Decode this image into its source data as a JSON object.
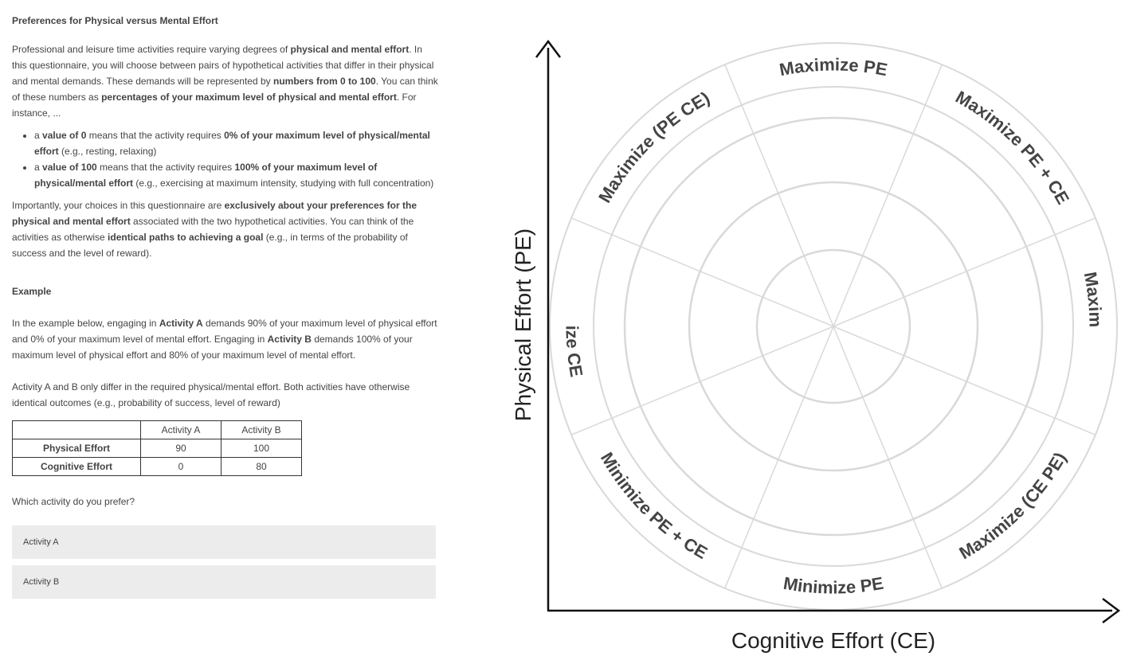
{
  "questionnaire": {
    "title": "Preferences for Physical versus Mental Effort",
    "intro": [
      {
        "t": "Professional and leisure time activities require varying degrees of "
      },
      {
        "t": "physical and mental effort",
        "b": true
      },
      {
        "t": ". In this questionnaire, you will choose between pairs of hypothetical activities that differ in their physical and mental demands. These demands will be represented by "
      },
      {
        "t": "numbers from 0 to 100",
        "b": true
      },
      {
        "t": ". You can think of these numbers as "
      },
      {
        "t": "percentages of your maximum level of physical and mental effort",
        "b": true
      },
      {
        "t": ". For instance, ..."
      }
    ],
    "bullets": [
      [
        {
          "t": "a "
        },
        {
          "t": "value of 0",
          "b": true
        },
        {
          "t": " means that the activity requires "
        },
        {
          "t": "0% of your maximum level of physical/mental effort",
          "b": true
        },
        {
          "t": " (e.g., resting, relaxing)"
        }
      ],
      [
        {
          "t": "a "
        },
        {
          "t": "value of 100",
          "b": true
        },
        {
          "t": " means that the activity requires "
        },
        {
          "t": "100% of your maximum level of physical/mental effort",
          "b": true
        },
        {
          "t": " (e.g., exercising at maximum intensity, studying with full concentration)"
        }
      ]
    ],
    "importantly": [
      {
        "t": "Importantly, your choices in this questionnaire are "
      },
      {
        "t": "exclusively about your preferences for the physical and mental effort",
        "b": true
      },
      {
        "t": " associated with the two hypothetical activities. You can think of the activities as otherwise "
      },
      {
        "t": "identical paths to achieving a goal",
        "b": true
      },
      {
        "t": " (e.g., in terms of the probability of success and the level of reward)."
      }
    ],
    "example_heading": "Example",
    "example_text": [
      {
        "t": "In the example below, engaging in "
      },
      {
        "t": "Activity A",
        "b": true
      },
      {
        "t": " demands 90% of your maximum level of physical effort and 0% of your maximum level of mental effort. Engaging in "
      },
      {
        "t": "Activity B",
        "b": true
      },
      {
        "t": " demands 100% of your maximum level of physical effort and 80% of your maximum level of mental effort."
      }
    ],
    "example_note": "Activity A and B only differ in the required physical/mental effort. Both activities have otherwise identical outcomes (e.g., probability of success, level of reward)",
    "table": {
      "headers": [
        "",
        "Activity A",
        "Activity B"
      ],
      "rows": [
        [
          "Physical Effort",
          "90",
          "100"
        ],
        [
          "Cognitive Effort",
          "0",
          "80"
        ]
      ]
    },
    "question": "Which activity do you prefer?",
    "options": [
      "Activity A",
      "Activity B"
    ]
  },
  "diagram": {
    "y_axis_label": "Physical Effort (PE)",
    "x_axis_label": "Cognitive Effort (CE)",
    "segments": [
      "Maximize PE",
      "Maximize PE + CE",
      "Maximize CE",
      "Maximize (CE   PE)",
      "Minimize PE",
      "Minimize PE + CE",
      "Minimize CE",
      "Maximize (PE   CE)"
    ],
    "ring_color": "#d9d9d9",
    "axis_color": "#111111",
    "label_color": "#444444"
  }
}
